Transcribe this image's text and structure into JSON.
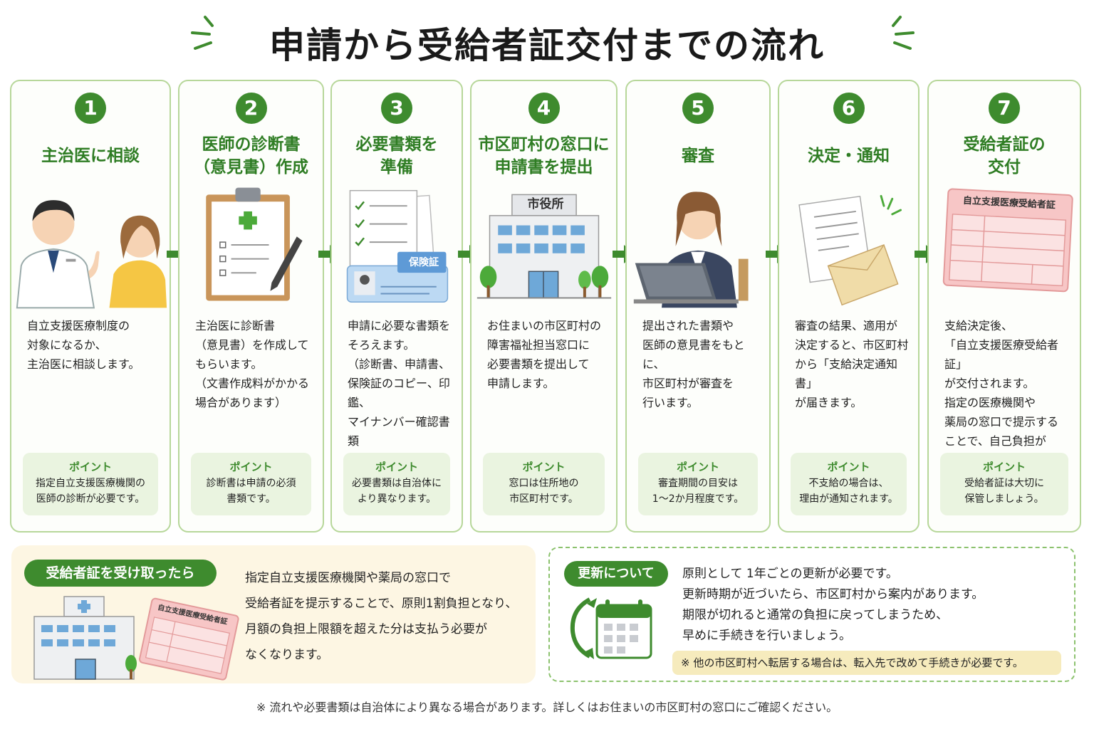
{
  "title": "申請から受給者証交付までの流れ",
  "colors": {
    "accent": "#3e8b2e",
    "border": "#b7d79a",
    "point_bg": "#eaf4e0",
    "note_bg": "#f6ebbd",
    "panel_bg": "#fdf6e3"
  },
  "point_label": "ポイント",
  "steps": [
    {
      "num": "1",
      "title": "主治医に相談",
      "desc": "自立支援医療制度の\n対象になるか、\n主治医に相談します。",
      "point": "指定自立支援医療機関の\n医師の診断が必要です。"
    },
    {
      "num": "2",
      "title": "医師の診断書\n（意見書）作成",
      "desc": "主治医に診断書\n（意見書）を作成して\nもらいます。\n（文書作成料がかかる\n場合があります）",
      "point": "診断書は申請の必須\n書類です。"
    },
    {
      "num": "3",
      "title": "必要書類を\n準備",
      "desc": "申請に必要な書類を\nそろえます。\n（診断書、申請書、\n保険証のコピー、印鑑、\nマイナンバー確認書類\nなど）",
      "point": "必要書類は自治体に\nより異なります。",
      "card_label": "保険証"
    },
    {
      "num": "4",
      "title": "市区町村の窓口に\n申請書を提出",
      "desc": "お住まいの市区町村の\n障害福祉担当窓口に\n必要書類を提出して\n申請します。",
      "point": "窓口は住所地の\n市区町村です。",
      "building_sign": "市役所"
    },
    {
      "num": "5",
      "title": "審査",
      "desc": "提出された書類や\n医師の意見書をもとに、\n市区町村が審査を\n行います。",
      "point": "審査期間の目安は\n1～2か月程度です。"
    },
    {
      "num": "6",
      "title": "決定・通知",
      "desc": "審査の結果、適用が\n決定すると、市区町村\nから「支給決定通知書」\nが届きます。",
      "point": "不支給の場合は、\n理由が通知されます。"
    },
    {
      "num": "7",
      "title": "受給者証の\n交付",
      "desc": "支給決定後、\n「自立支援医療受給者証」\nが交付されます。\n指定の医療機関や\n薬局の窓口で提示する\nことで、自己負担が\n軽減されます。",
      "point": "受給者証は大切に\n保管しましょう。",
      "card_label": "自立支援医療受給者証"
    }
  ],
  "after": {
    "title": "受給者証を受け取ったら",
    "text": "指定自立支援医療機関や薬局の窓口で\n受給者証を提示することで、原則1割負担となり、\n月額の負担上限額を超えた分は支払う必要が\nなくなります。",
    "card_label": "自立支援医療受給者証"
  },
  "renewal": {
    "title": "更新について",
    "text": "原則として 1年ごとの更新が必要です。\n更新時期が近づいたら、市区町村から案内があります。\n期限が切れると通常の負担に戻ってしまうため、\n早めに手続きを行いましょう。",
    "note": "※ 他の市区町村へ転居する場合は、転入先で改めて手続きが必要です。"
  },
  "footer": "※ 流れや必要書類は自治体により異なる場合があります。詳しくはお住まいの市区町村の窓口にご確認ください。"
}
